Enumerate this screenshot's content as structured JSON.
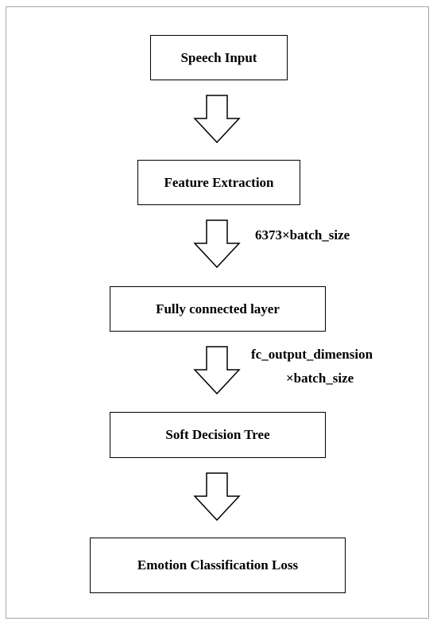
{
  "diagram": {
    "nodes": [
      {
        "id": "speech-input",
        "label": "Speech Input"
      },
      {
        "id": "feature-extraction",
        "label": "Feature Extraction"
      },
      {
        "id": "fully-connected-layer",
        "label": "Fully connected layer"
      },
      {
        "id": "soft-decision-tree",
        "label": "Soft Decision Tree"
      },
      {
        "id": "emotion-classification-loss",
        "label": "Emotion Classification Loss"
      }
    ],
    "edges": [
      {
        "from": "speech-input",
        "to": "feature-extraction",
        "label": ""
      },
      {
        "from": "feature-extraction",
        "to": "fully-connected-layer",
        "label": "6373×batch_size"
      },
      {
        "from": "fully-connected-layer",
        "to": "soft-decision-tree",
        "label_line1": "fc_output_dimension",
        "label_line2": "×batch_size"
      },
      {
        "from": "soft-decision-tree",
        "to": "emotion-classification-loss",
        "label": ""
      }
    ]
  }
}
